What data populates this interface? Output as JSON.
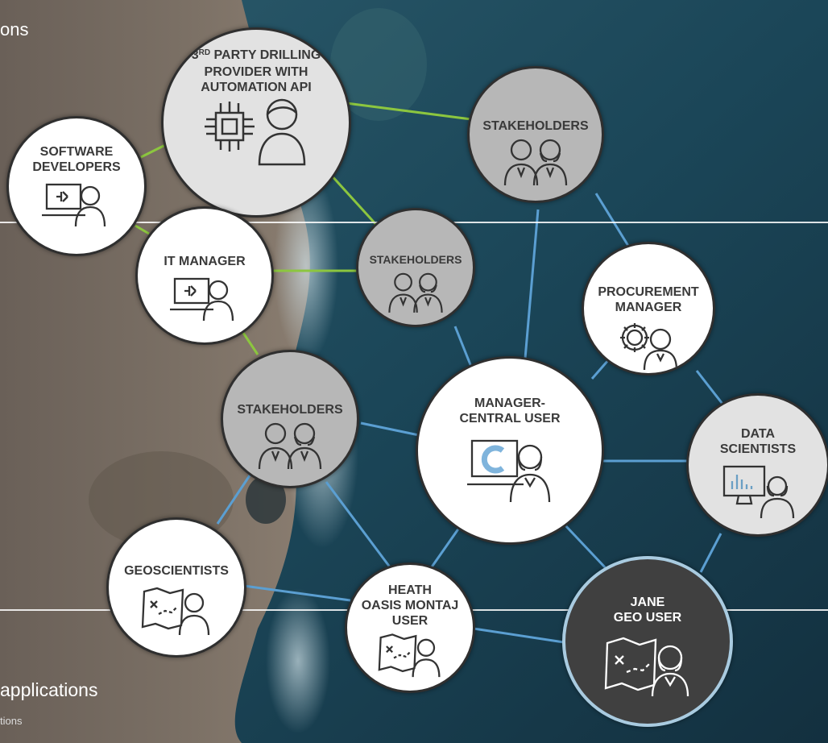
{
  "page": {
    "corner_fragment": "ons",
    "bottom_title": "applications",
    "bottom_subtitle": "tions"
  },
  "colors": {
    "edge_green": "#8cc63f",
    "edge_blue": "#5b9fd2",
    "node_border": "#2f2f2f",
    "central_accent": "#7fb4dc"
  },
  "nodes": {
    "drilling_provider": {
      "prefix": "3",
      "superscript": "RD",
      "rest": " PARTY DRILLING\nPROVIDER WITH\nAUTOMATION API",
      "icon": "chip-person-icon"
    },
    "software_developers": {
      "label": "SOFTWARE\nDEVELOPERS",
      "icon": "laptop-person-icon"
    },
    "stakeholders_top": {
      "label": "STAKEHOLDERS",
      "icon": "two-people-icon"
    },
    "it_manager": {
      "label": "IT MANAGER",
      "icon": "laptop-person-icon"
    },
    "stakeholders_mid": {
      "label": "STAKEHOLDERS",
      "icon": "two-people-icon"
    },
    "procurement_manager": {
      "label": "PROCUREMENT\nMANAGER",
      "icon": "gear-person-icon"
    },
    "stakeholders_left": {
      "label": "STAKEHOLDERS",
      "icon": "two-people-icon"
    },
    "manager_central": {
      "label": "MANAGER-\nCENTRAL USER",
      "icon": "laptop-c-person-icon"
    },
    "data_scientists": {
      "label": "DATA\nSCIENTISTS",
      "icon": "monitor-chart-person-icon"
    },
    "geoscientists": {
      "label": "GEOSCIENTISTS",
      "icon": "map-person-icon"
    },
    "heath": {
      "label": "HEATH\nOASIS MONTAJ\nUSER",
      "icon": "map-person-icon"
    },
    "jane": {
      "label": "JANE\nGEO USER",
      "icon": "map-person-icon"
    }
  }
}
